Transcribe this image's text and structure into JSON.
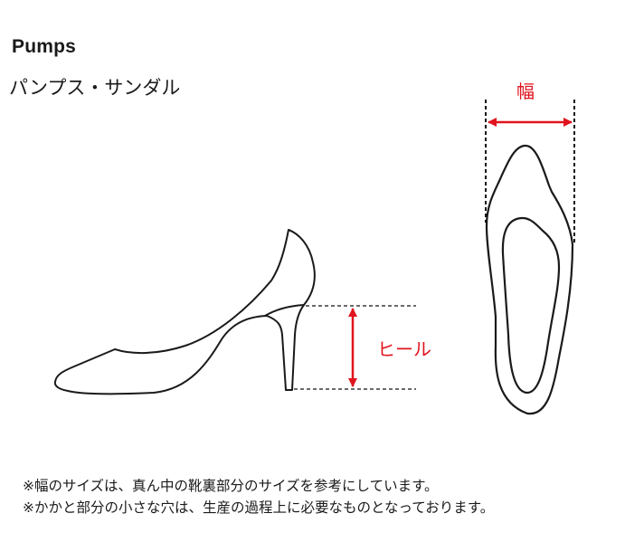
{
  "header": {
    "title": "Pumps",
    "subtitle": "パンプス・サンダル"
  },
  "labels": {
    "width": "幅",
    "heel": "ヒール"
  },
  "colors": {
    "accent": "#e0141e",
    "outline": "#1a1a1a"
  },
  "notes": [
    "※幅のサイズは、真ん中の靴裏部分のサイズを参考にしています。",
    "※かかと部分の小さな穴は、生産の過程上に必要なものとなっております。"
  ]
}
